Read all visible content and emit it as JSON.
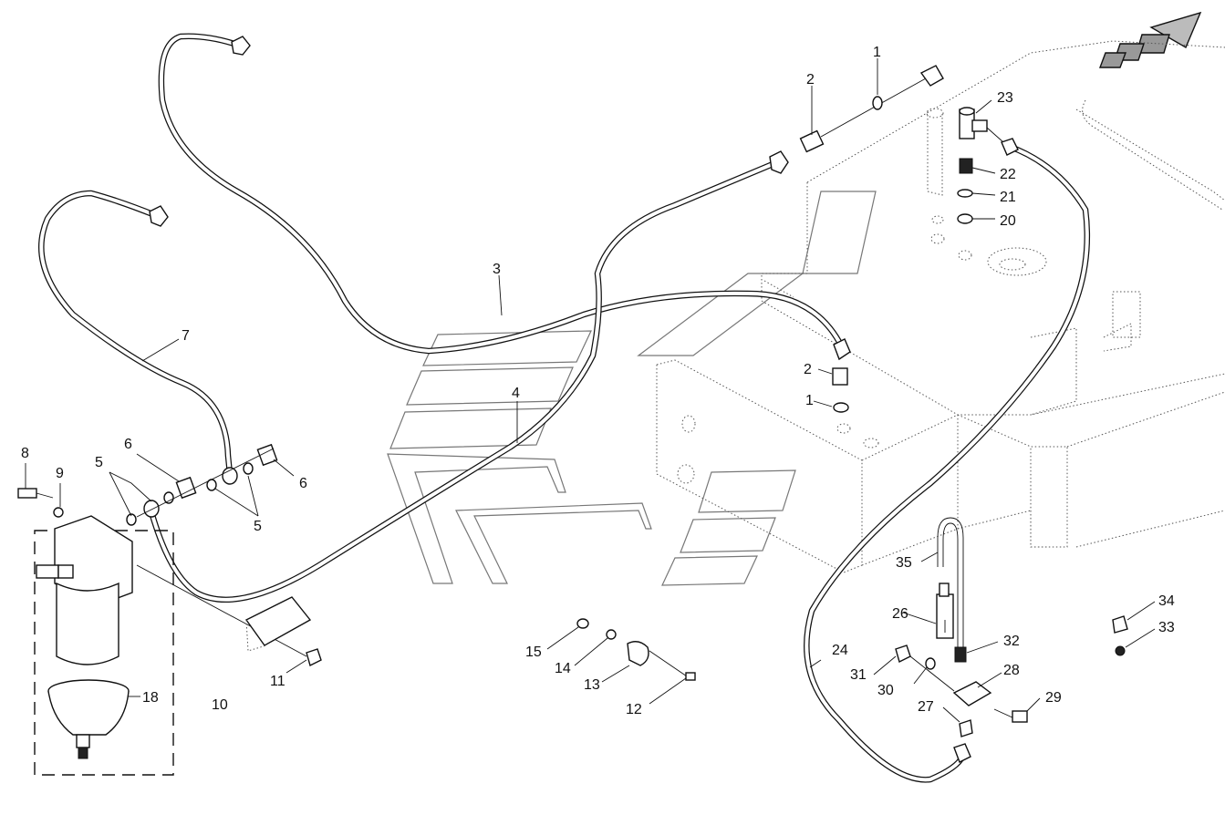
{
  "diagram": {
    "callouts": [
      {
        "id": "c1a",
        "text": "1"
      },
      {
        "id": "c2a",
        "text": "2"
      },
      {
        "id": "c1b",
        "text": "1"
      },
      {
        "id": "c2b",
        "text": "2"
      },
      {
        "id": "c3",
        "text": "3"
      },
      {
        "id": "c4",
        "text": "4"
      },
      {
        "id": "c5a",
        "text": "5"
      },
      {
        "id": "c5b",
        "text": "5"
      },
      {
        "id": "c6a",
        "text": "6"
      },
      {
        "id": "c6b",
        "text": "6"
      },
      {
        "id": "c7",
        "text": "7"
      },
      {
        "id": "c8",
        "text": "8"
      },
      {
        "id": "c9",
        "text": "9"
      },
      {
        "id": "c10",
        "text": "10"
      },
      {
        "id": "c11",
        "text": "11"
      },
      {
        "id": "c12",
        "text": "12"
      },
      {
        "id": "c13",
        "text": "13"
      },
      {
        "id": "c14",
        "text": "14"
      },
      {
        "id": "c15",
        "text": "15"
      },
      {
        "id": "c18",
        "text": "18"
      },
      {
        "id": "c20",
        "text": "20"
      },
      {
        "id": "c21",
        "text": "21"
      },
      {
        "id": "c22",
        "text": "22"
      },
      {
        "id": "c23",
        "text": "23"
      },
      {
        "id": "c24",
        "text": "24"
      },
      {
        "id": "c26",
        "text": "26"
      },
      {
        "id": "c27",
        "text": "27"
      },
      {
        "id": "c28",
        "text": "28"
      },
      {
        "id": "c29",
        "text": "29"
      },
      {
        "id": "c30",
        "text": "30"
      },
      {
        "id": "c31",
        "text": "31"
      },
      {
        "id": "c32",
        "text": "32"
      },
      {
        "id": "c33",
        "text": "33"
      },
      {
        "id": "c34",
        "text": "34"
      },
      {
        "id": "c35",
        "text": "35"
      }
    ]
  }
}
